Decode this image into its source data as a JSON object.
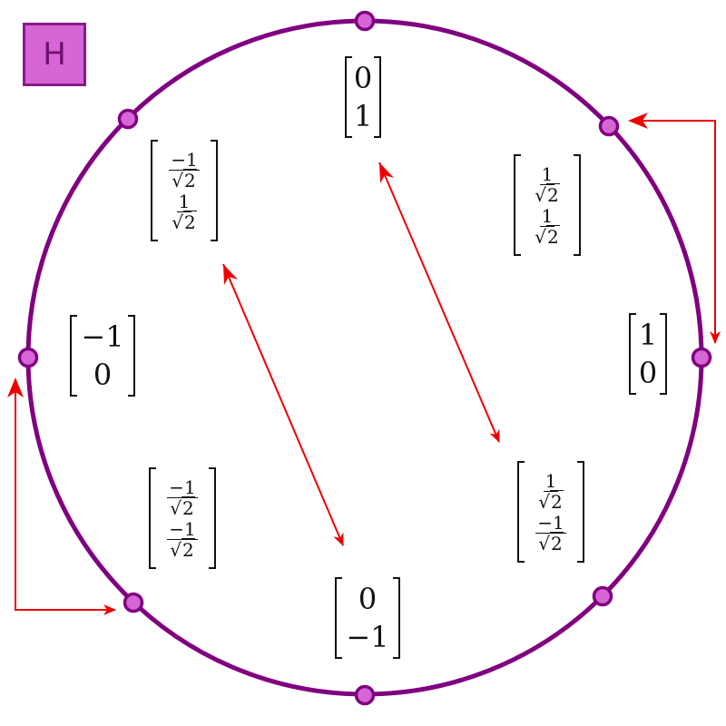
{
  "gate": {
    "label": "H"
  },
  "colors": {
    "circle": "#800080",
    "node_fill": "#d666d6",
    "arrow": "#ee0000",
    "gate_fill": "#d666d6"
  },
  "states": {
    "top": {
      "r1": "0",
      "r2": "1"
    },
    "right": {
      "r1": "1",
      "r2": "0"
    },
    "bottom": {
      "r1": "0",
      "r2": "−1"
    },
    "left": {
      "r1": "−1",
      "r2": "0"
    },
    "upper_right": {
      "n1": "1",
      "d1": "2",
      "n2": "1",
      "d2": "2"
    },
    "upper_left": {
      "n1": "−1",
      "d1": "2",
      "n2": "1",
      "d2": "2"
    },
    "lower_left": {
      "n1": "−1",
      "d1": "2",
      "n2": "−1",
      "d2": "2"
    },
    "lower_right": {
      "n1": "1",
      "d1": "2",
      "n2": "−1",
      "d2": "2"
    }
  }
}
